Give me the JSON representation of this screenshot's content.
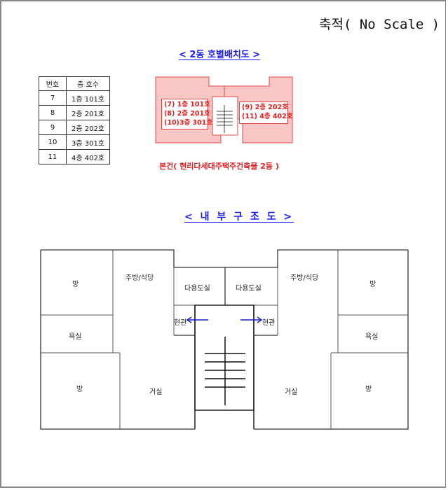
{
  "scale_note": "축적( No Scale )",
  "unit_layout": {
    "title": "< 2동  호별배치도 >",
    "caption": "본건( 현리다세대주택주건축물 2동 )",
    "left_units": [
      "(7)  1층  101호",
      "(8) 2층  201호",
      "(10)3층  301호"
    ],
    "right_units": [
      "(9) 2층  202호",
      "(11) 4층  402호"
    ]
  },
  "units_table": {
    "headers": [
      "번호",
      "층  호수"
    ],
    "rows": [
      {
        "no": "7",
        "unit": "1층  101호"
      },
      {
        "no": "8",
        "unit": "2층  201호"
      },
      {
        "no": "9",
        "unit": "2층  202호"
      },
      {
        "no": "10",
        "unit": "3층  301호"
      },
      {
        "no": "11",
        "unit": "4층  402호"
      }
    ]
  },
  "floor_plan": {
    "title": "< 내 부 구 조 도 >",
    "left": {
      "room_top": "방",
      "kitchen": "주방/식당",
      "bath": "욕실",
      "room_bottom": "방",
      "living": "거실",
      "utility": "다용도실",
      "entrance": "현관"
    },
    "right": {
      "room_top": "방",
      "kitchen": "주방/식당",
      "bath": "욕실",
      "room_bottom": "방",
      "living": "거실",
      "utility": "다용도실",
      "entrance": "현관"
    },
    "colors": {
      "arrow": "#1a1acc",
      "title": "#1a1aff",
      "highlight": "#e02020"
    }
  }
}
